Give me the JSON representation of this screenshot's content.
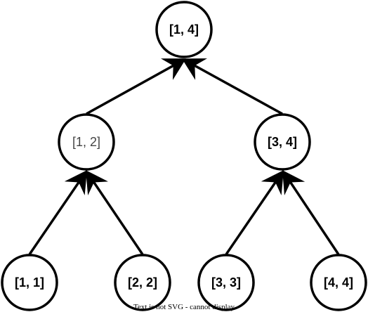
{
  "nodes": {
    "root": {
      "label": "[1, 4]"
    },
    "left_mid": {
      "label": "[1, 2]"
    },
    "right_mid": {
      "label": "[3, 4]"
    },
    "leaf_1": {
      "label": "[1, 1]"
    },
    "leaf_2": {
      "label": "[2, 2]"
    },
    "leaf_3": {
      "label": "[3, 3]"
    },
    "leaf_4": {
      "label": "[4, 4]"
    }
  },
  "edges": [
    {
      "from": "left_mid",
      "to": "root"
    },
    {
      "from": "right_mid",
      "to": "root"
    },
    {
      "from": "leaf_1",
      "to": "left_mid"
    },
    {
      "from": "leaf_2",
      "to": "left_mid"
    },
    {
      "from": "leaf_3",
      "to": "right_mid"
    },
    {
      "from": "leaf_4",
      "to": "right_mid"
    }
  ],
  "footer": {
    "text": "Text is not SVG - cannot display"
  }
}
